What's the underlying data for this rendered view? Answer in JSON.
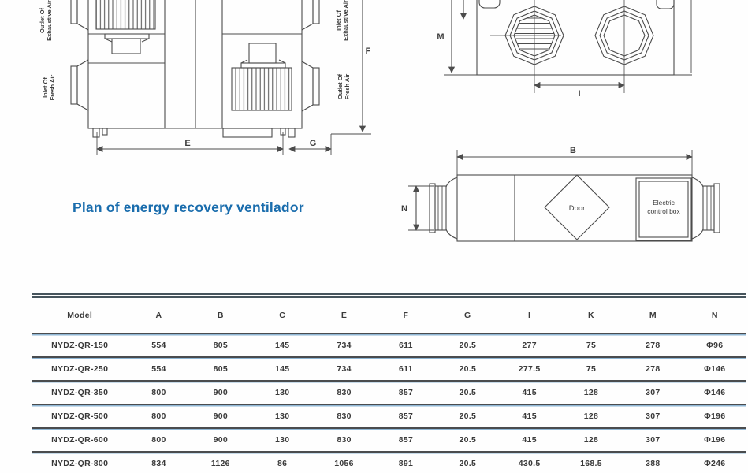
{
  "page": {
    "title": "Plan of energy recovery ventilador",
    "title_color": "#1a6dad"
  },
  "diagrams": {
    "line_color": "#4c4c4c",
    "plan_view": {
      "port_labels": {
        "outlet_exhaust": [
          "Outlet Of",
          "Exhaustive Air"
        ],
        "inlet_fresh": [
          "Inlet Of",
          "Fresh Air"
        ],
        "inlet_exhaust": [
          "Inlet Of",
          "Exhaustive Air"
        ],
        "outlet_fresh": [
          "Outlet Of",
          "Fresh Air"
        ]
      },
      "dim_labels": {
        "e": "E",
        "g": "G",
        "f": "F"
      }
    },
    "end_view": {
      "dim_labels": {
        "m": "M",
        "i": "I"
      }
    },
    "side_view": {
      "door_label": "Door",
      "control_box_label": [
        "Electric",
        "control box"
      ],
      "dim_labels": {
        "b": "B",
        "n": "N"
      }
    }
  },
  "table": {
    "columns": [
      "Model",
      "A",
      "B",
      "C",
      "E",
      "F",
      "G",
      "I",
      "K",
      "M",
      "N"
    ],
    "rows": [
      [
        "NYDZ-QR-150",
        "554",
        "805",
        "145",
        "734",
        "611",
        "20.5",
        "277",
        "75",
        "278",
        "Φ96"
      ],
      [
        "NYDZ-QR-250",
        "554",
        "805",
        "145",
        "734",
        "611",
        "20.5",
        "277.5",
        "75",
        "278",
        "Φ146"
      ],
      [
        "NYDZ-QR-350",
        "800",
        "900",
        "130",
        "830",
        "857",
        "20.5",
        "415",
        "128",
        "307",
        "Φ146"
      ],
      [
        "NYDZ-QR-500",
        "800",
        "900",
        "130",
        "830",
        "857",
        "20.5",
        "415",
        "128",
        "307",
        "Φ196"
      ],
      [
        "NYDZ-QR-600",
        "800",
        "900",
        "130",
        "830",
        "857",
        "20.5",
        "415",
        "128",
        "307",
        "Φ196"
      ],
      [
        "NYDZ-QR-800",
        "834",
        "1126",
        "86",
        "1056",
        "891",
        "20.5",
        "430.5",
        "168.5",
        "388",
        "Φ246"
      ]
    ]
  }
}
